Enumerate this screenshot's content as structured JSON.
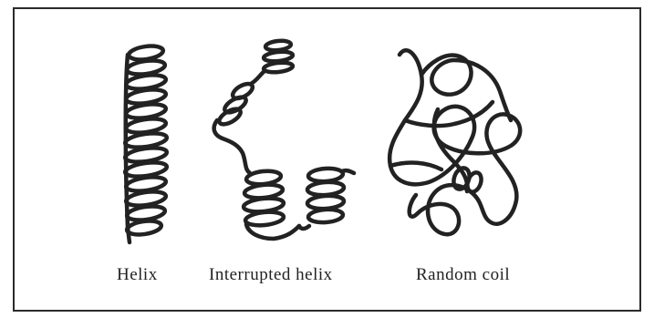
{
  "labels": {
    "helix": "Helix",
    "interrupted_helix": "Interrupted helix",
    "random_coil": "Random coil"
  },
  "colors": {
    "stroke": "#222222",
    "frame": "#2b2b2b",
    "background": "#ffffff"
  }
}
